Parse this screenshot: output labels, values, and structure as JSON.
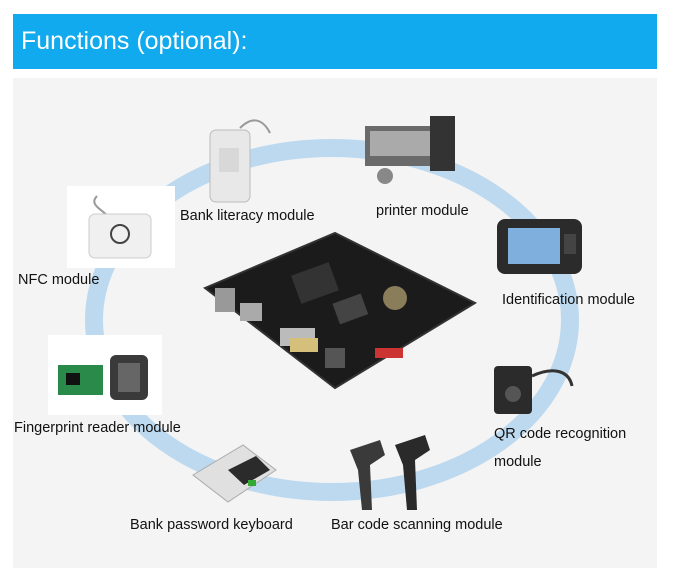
{
  "header": {
    "title": "Functions (optional):"
  },
  "colors": {
    "banner": "#11aaee",
    "ring": "#bcd9ef",
    "board": "#1b1b1b"
  },
  "modules": {
    "bank_literacy": "Bank literacy module",
    "printer": "printer module",
    "nfc": "NFC module",
    "identification": "Identification module",
    "fingerprint": "Fingerprint reader module",
    "qr_line1": "QR code recognition",
    "qr_line2": "module",
    "bank_keyboard": "Bank password keyboard",
    "barcode": "Bar code scanning module"
  },
  "icons": {
    "nfc": "nfc-reader-icon",
    "fingerprint": "fingerprint-reader-icon",
    "printer": "printer-icon",
    "bank_literacy": "card-reader-icon",
    "identification": "id-terminal-icon",
    "qr": "qr-scanner-icon",
    "keyboard": "pin-pad-icon",
    "barcode": "barcode-scanner-icon",
    "board": "circuit-board-icon"
  }
}
